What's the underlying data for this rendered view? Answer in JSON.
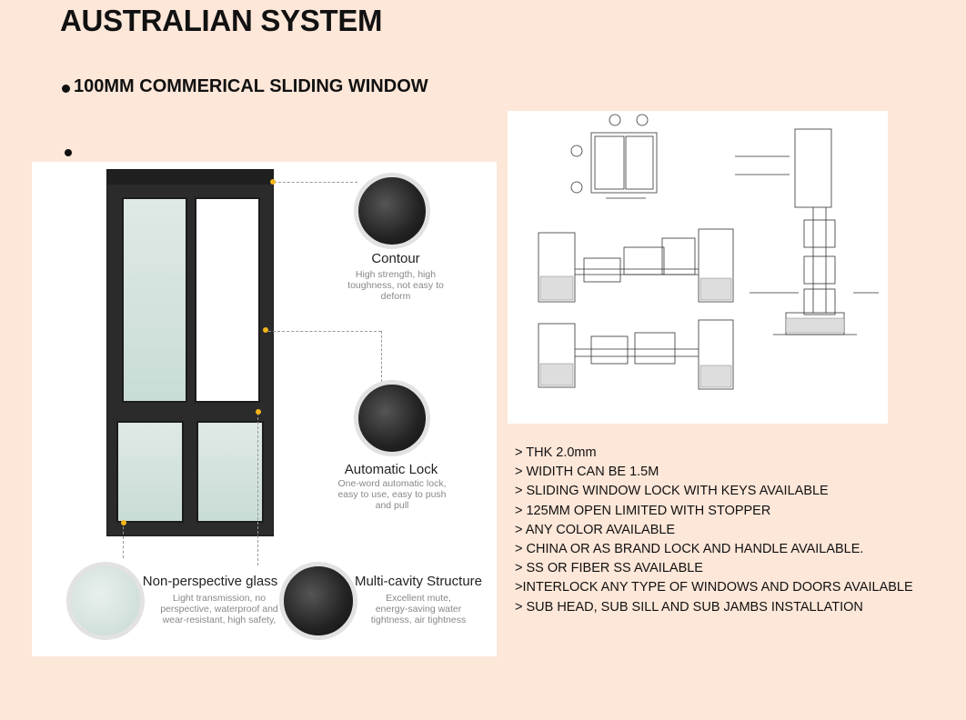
{
  "header": {
    "title": "AUSTRALIAN SYSTEM",
    "subtitle": "100MM COMMERICAL SLIDING WINDOW"
  },
  "features": {
    "contour": {
      "title": "Contour",
      "desc_lines": [
        "High strength, high",
        "toughness, not easy to",
        "deform"
      ]
    },
    "automatic_lock": {
      "title": "Automatic Lock",
      "desc_lines": [
        "One-word automatic lock,",
        "easy to use, easy to push",
        "and pull"
      ]
    },
    "glass": {
      "title": "Non-perspective glass",
      "desc_lines": [
        "Light transmission, no",
        "perspective, waterproof and",
        "wear-resistant, high safety,"
      ]
    },
    "cavity": {
      "title": "Multi-cavity Structure",
      "desc_lines": [
        "Excellent mute,",
        "energy-saving water",
        "tightness, air tightness"
      ]
    }
  },
  "specs": [
    "> THK 2.0mm",
    "> WIDITH CAN BE 1.5M",
    "> SLIDING WINDOW LOCK WITH KEYS AVAILABLE",
    "> 125MM OPEN LIMITED WITH STOPPER",
    "> ANY COLOR AVAILABLE",
    "> CHINA OR AS BRAND LOCK AND HANDLE AVAILABLE.",
    "> SS OR FIBER SS AVAILABLE",
    ">INTERLOCK ANY TYPE  OF WINDOWS AND DOORS AVAILABLE",
    "> SUB HEAD, SUB SILL AND SUB JAMBS INSTALLATION"
  ],
  "colors": {
    "background": "#fde7d9",
    "frame": "#2b2b2b",
    "marker": "#f2b51a"
  }
}
